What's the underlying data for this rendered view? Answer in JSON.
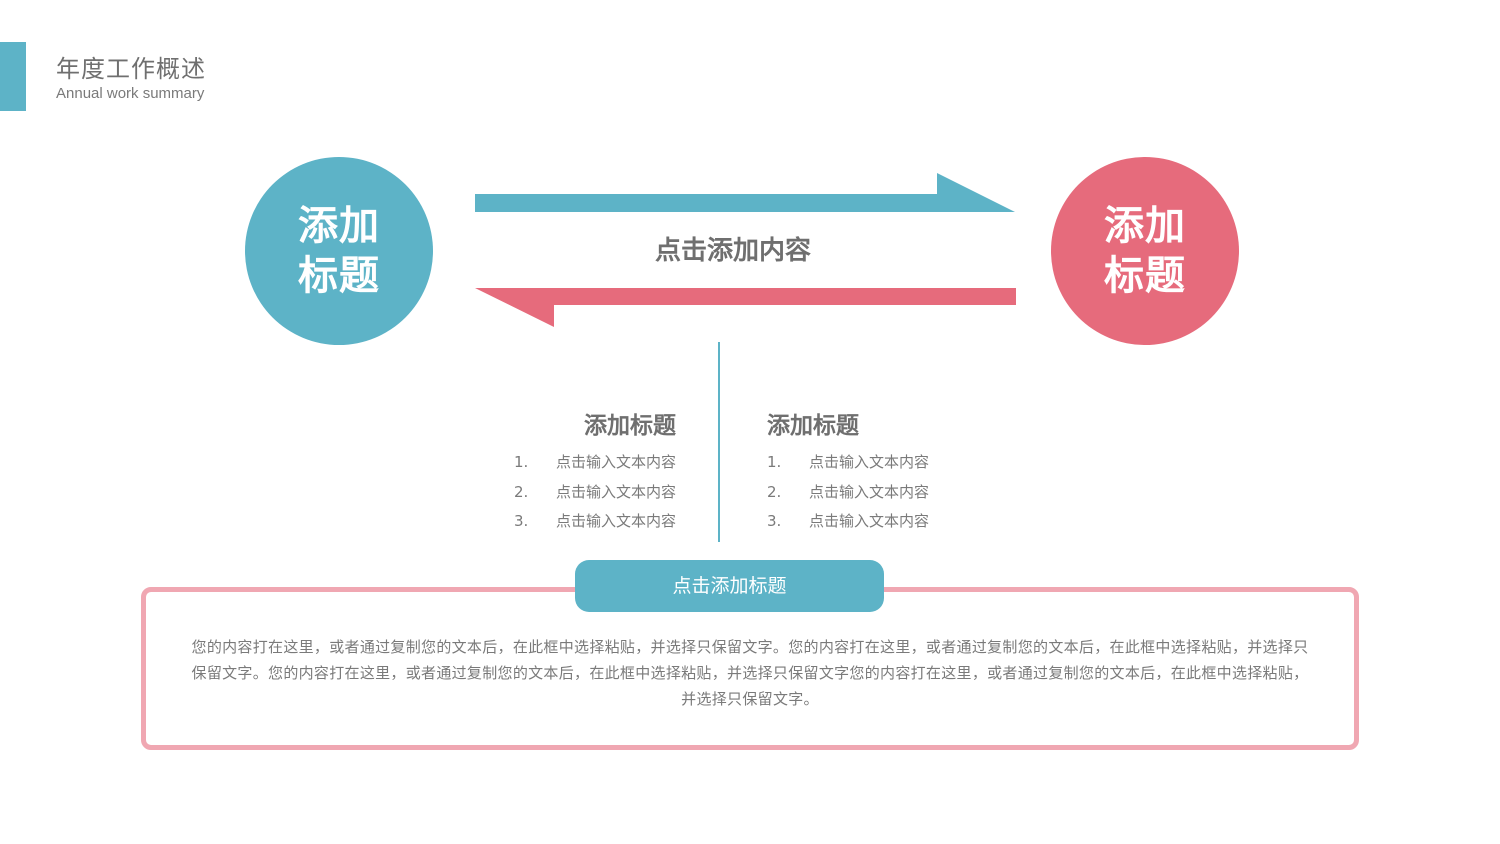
{
  "header": {
    "title": "年度工作概述",
    "subtitle": "Annual work summary"
  },
  "colors": {
    "accent_blue": "#5db3c7",
    "accent_pink": "#e66b7c",
    "box_border_pink": "#f0a7b2",
    "text_gray": "#6f6f6f"
  },
  "circles": {
    "left": {
      "line1": "添加",
      "line2": "标题"
    },
    "right": {
      "line1": "添加",
      "line2": "标题"
    }
  },
  "center_label": "点击添加内容",
  "columns": {
    "left": {
      "title": "添加标题",
      "items": [
        {
          "num": "1.",
          "text": "点击输入文本内容"
        },
        {
          "num": "2.",
          "text": "点击输入文本内容"
        },
        {
          "num": "3.",
          "text": "点击输入文本内容"
        }
      ]
    },
    "right": {
      "title": "添加标题",
      "items": [
        {
          "num": "1.",
          "text": "点击输入文本内容"
        },
        {
          "num": "2.",
          "text": "点击输入文本内容"
        },
        {
          "num": "3.",
          "text": "点击输入文本内容"
        }
      ]
    }
  },
  "box": {
    "pill_label": "点击添加标题",
    "body": "您的内容打在这里，或者通过复制您的文本后，在此框中选择粘贴，并选择只保留文字。您的内容打在这里，或者通过复制您的文本后，在此框中选择粘贴，并选择只保留文字。您的内容打在这里，或者通过复制您的文本后，在此框中选择粘贴，并选择只保留文字您的内容打在这里，或者通过复制您的文本后，在此框中选择粘贴，并选择只保留文字。"
  }
}
